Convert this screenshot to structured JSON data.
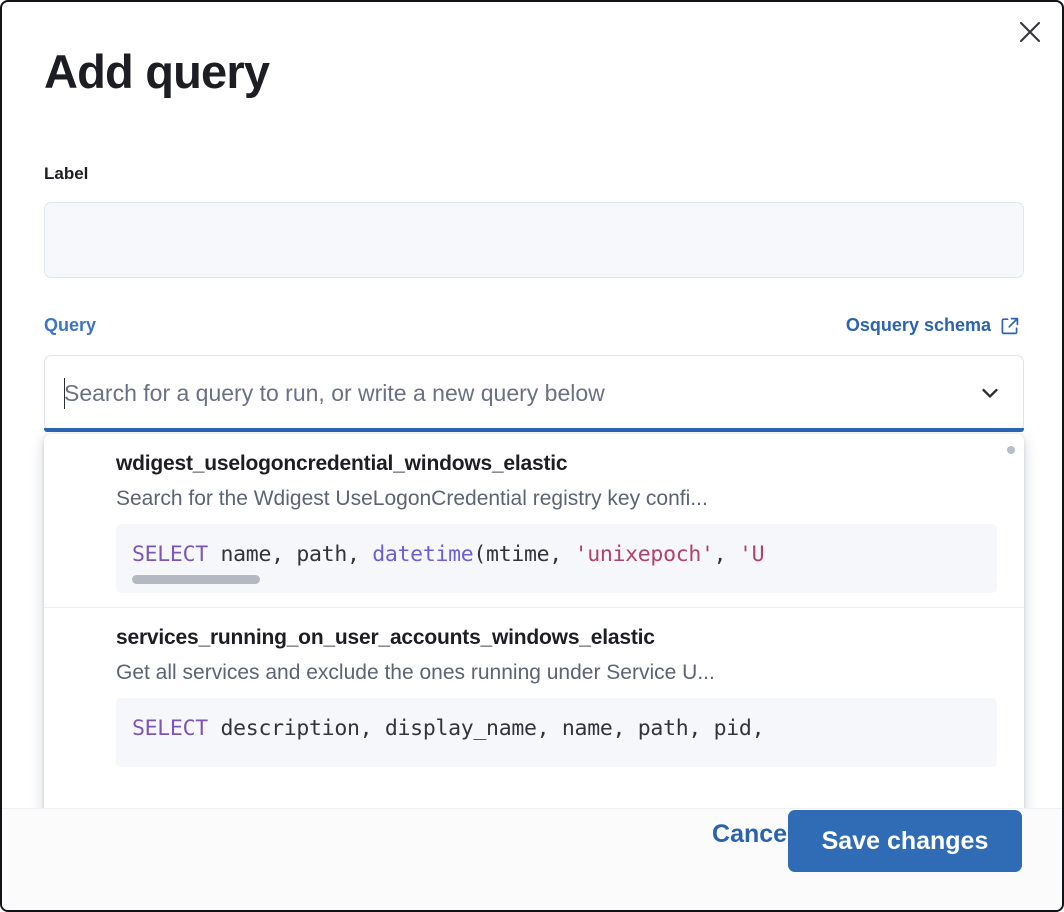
{
  "modal": {
    "title": "Add query",
    "close_icon": "close-icon"
  },
  "label_field": {
    "label": "Label",
    "value": "",
    "placeholder": ""
  },
  "query_field": {
    "label": "Query",
    "schema_link": "Osquery schema",
    "schema_link_icon": "external-link-icon",
    "combobox_value": "",
    "combobox_placeholder": "Search for a query to run, or write a new query below",
    "chevron_icon": "chevron-down-icon"
  },
  "dropdown": {
    "options": [
      {
        "title": "wdigest_uselogoncredential_windows_elastic",
        "description": "Search for the Wdigest UseLogonCredential registry key confi...",
        "code_tokens": [
          {
            "t": "SELECT",
            "c": "kw"
          },
          {
            "t": " name, path, ",
            "c": "plain"
          },
          {
            "t": "datetime",
            "c": "fn"
          },
          {
            "t": "(mtime, ",
            "c": "plain"
          },
          {
            "t": "'unixepoch'",
            "c": "str"
          },
          {
            "t": ", ",
            "c": "plain"
          },
          {
            "t": "'U",
            "c": "str"
          }
        ]
      },
      {
        "title": "services_running_on_user_accounts_windows_elastic",
        "description": "Get all services and exclude the ones running under Service U...",
        "code_tokens": [
          {
            "t": "SELECT",
            "c": "kw"
          },
          {
            "t": " description, display_name, name, path, pid,",
            "c": "plain"
          }
        ]
      }
    ]
  },
  "footer": {
    "cancel_label": "Cancel",
    "save_label": "Save changes"
  },
  "colors": {
    "accent_blue": "#2f6cb5",
    "link_blue": "#2b63b0",
    "query_label_blue": "#3d74c7",
    "text_dark": "#1d1e24",
    "muted_text": "#5c6374",
    "code_bg": "#f6f7fb",
    "input_bg": "#f7f8fc"
  }
}
